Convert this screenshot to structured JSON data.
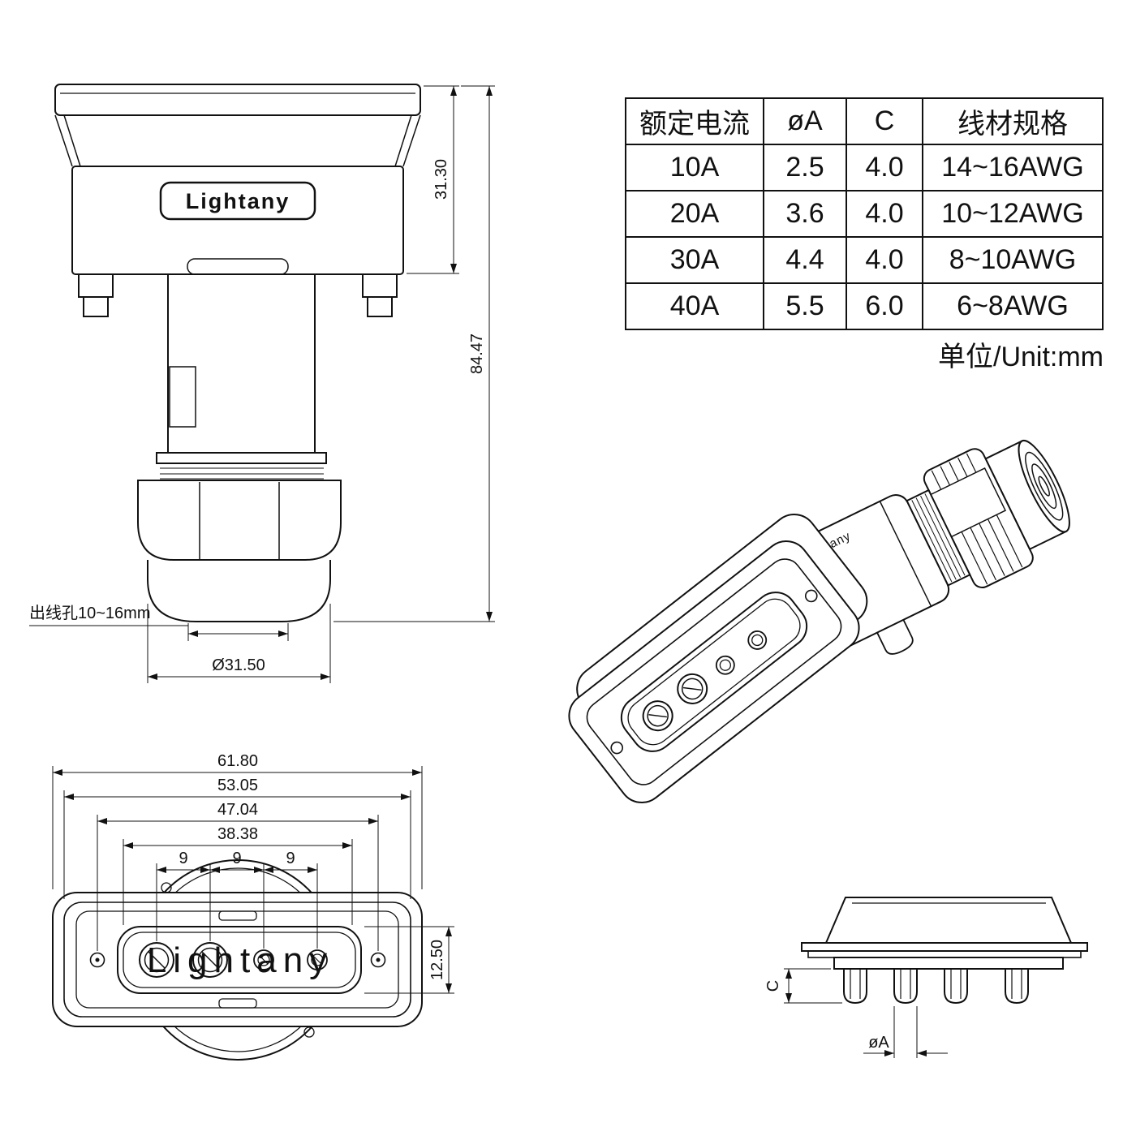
{
  "brand": "Lightany",
  "table": {
    "headers": [
      "额定电流",
      "øA",
      "C",
      "线材规格"
    ],
    "rows": [
      [
        "10A",
        "2.5",
        "4.0",
        "14~16AWG"
      ],
      [
        "20A",
        "3.6",
        "4.0",
        "10~12AWG"
      ],
      [
        "30A",
        "4.4",
        "4.0",
        "8~10AWG"
      ],
      [
        "40A",
        "5.5",
        "6.0",
        "6~8AWG"
      ]
    ],
    "unit_note": "单位/Unit:mm"
  },
  "front_view": {
    "dim_flange_height": "31.30",
    "dim_total_height": "84.47",
    "cable_hole_label": "出线孔10~16mm",
    "dim_gland_diameter": "Ø31.50"
  },
  "bottom_view": {
    "dim_total_width": "61.80",
    "dim_shell_width": "53.05",
    "dim_mount_span": "47.04",
    "dim_insert_width": "38.38",
    "dim_pitch_a": "9",
    "dim_pitch_b": "9",
    "dim_pitch_c": "9",
    "dim_insert_height": "12.50"
  },
  "side_view": {
    "dim_pin_depth": "C",
    "dim_pin_diameter": "øA"
  }
}
